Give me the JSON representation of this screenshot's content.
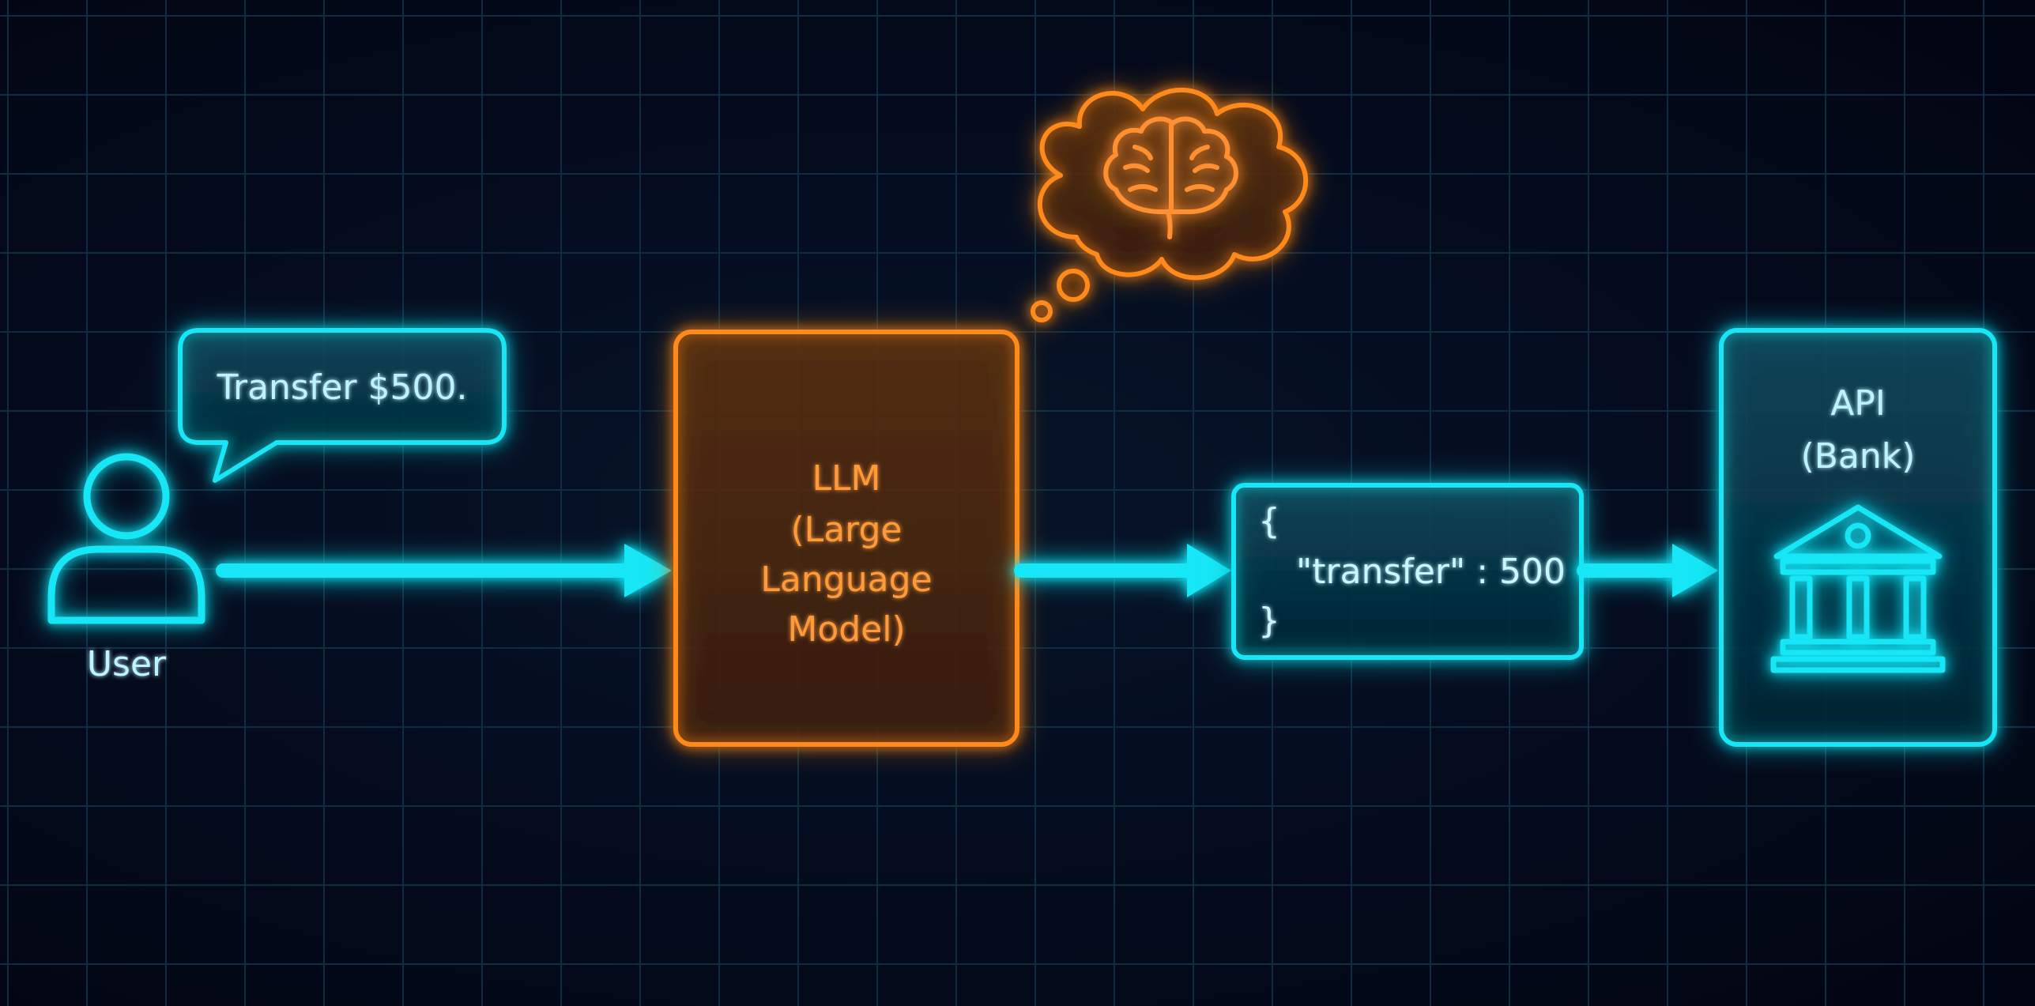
{
  "colors": {
    "background": "#030917",
    "grid": "#123a4e",
    "cyan": "#16e4f4",
    "orange": "#ff8a1f"
  },
  "icons": {
    "user": "user-icon",
    "brain": "brain-icon",
    "bank": "bank-icon",
    "thought": "thought-bubble-icon"
  },
  "user": {
    "label": "User"
  },
  "speech_bubble": {
    "text": "Transfer $500."
  },
  "llm": {
    "line1": "LLM",
    "line2": "(Large",
    "line3": "Language",
    "line4": "Model)"
  },
  "json_box": {
    "open_brace": "{",
    "body": "\"transfer\" : 500",
    "close_brace": "}"
  },
  "api": {
    "line1": "API",
    "line2": "(Bank)"
  }
}
